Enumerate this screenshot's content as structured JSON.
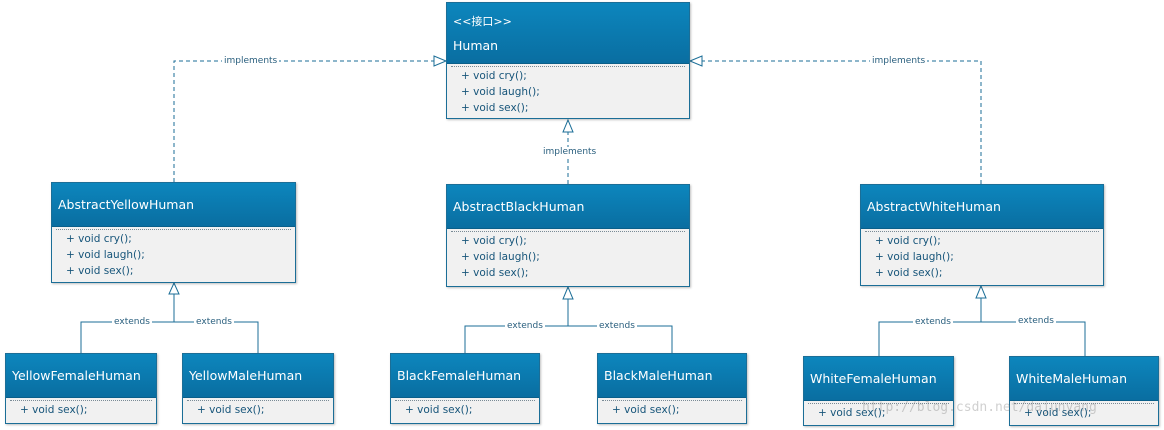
{
  "interface": {
    "stereotype": "<<接口>>",
    "name": "Human",
    "methods": [
      "+ void cry();",
      "+ void laugh();",
      "+ void sex();"
    ]
  },
  "abstracts": [
    {
      "name": "AbstractYellowHuman",
      "methods": [
        "+ void cry();",
        "+ void laugh();",
        "+ void sex();"
      ]
    },
    {
      "name": "AbstractBlackHuman",
      "methods": [
        "+ void cry();",
        "+ void laugh();",
        "+ void sex();"
      ]
    },
    {
      "name": "AbstractWhiteHuman",
      "methods": [
        "+ void cry();",
        "+ void laugh();",
        "+ void sex();"
      ]
    }
  ],
  "concretes": [
    {
      "name": "YellowFemaleHuman",
      "methods": [
        "+ void sex();"
      ]
    },
    {
      "name": "YellowMaleHuman",
      "methods": [
        "+ void sex();"
      ]
    },
    {
      "name": "BlackFemaleHuman",
      "methods": [
        "+ void sex();"
      ]
    },
    {
      "name": "BlackMaleHuman",
      "methods": [
        "+ void sex();"
      ]
    },
    {
      "name": "WhiteFemaleHuman",
      "methods": [
        "+ void sex();"
      ]
    },
    {
      "name": "WhiteMaleHuman",
      "methods": [
        "+ void sex();"
      ]
    }
  ],
  "relations": {
    "implements_label": "implements",
    "extends_label": "extends"
  },
  "watermark": "http://blog.csdn.net/dajunyang",
  "colors": {
    "header": "#0a78ad",
    "border": "#1b6e97",
    "body": "#f1f1f1",
    "line": "#1b6e97",
    "text": "#17557a"
  }
}
